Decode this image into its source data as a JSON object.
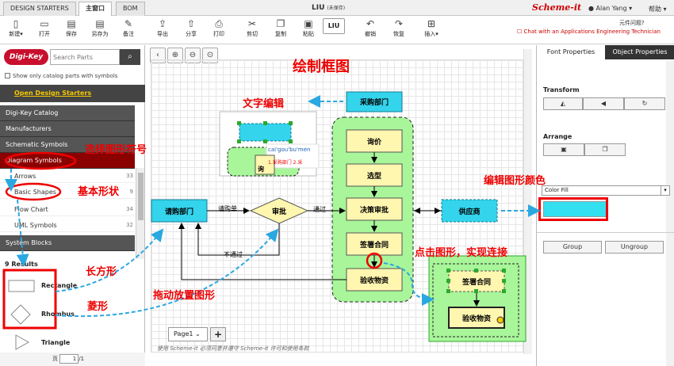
{
  "topbar": {
    "tabs": [
      "DESIGN STARTERS",
      "主窗口",
      "BOM"
    ],
    "doc_title": "LIU",
    "doc_status": "(未保存)",
    "brand": "Scheme-it",
    "user": "Alan Yang",
    "help": "帮助"
  },
  "toolbar": {
    "buttons": [
      "新建",
      "打开",
      "保存",
      "另存为",
      "备注",
      "导出",
      "分享",
      "打印",
      "剪切",
      "复制",
      "粘贴",
      "LIU",
      "撤销",
      "恢复",
      "插入"
    ],
    "issue_link": "元件问题?",
    "chat_link": "Chat with an Applications Engineering Technician"
  },
  "left": {
    "logo": "Digi-Key",
    "search_placeholder": "Search Parts",
    "catalog_checkbox": "Show only catalog parts with symbols",
    "design_starters": "Open Design Starters",
    "sections": [
      "Digi-Key Catalog",
      "Manufacturers",
      "Schematic Symbols",
      "Diagram Symbols"
    ],
    "sub_items": [
      {
        "label": "Arrows",
        "count": "33"
      },
      {
        "label": "Basic Shapes",
        "count": "9"
      },
      {
        "label": "Flow Chart",
        "count": "34"
      },
      {
        "label": "UML Symbols",
        "count": "32"
      }
    ],
    "system_blocks": "System Blocks",
    "results": "9 Results",
    "shapes": [
      "Rectangle",
      "Rhombus",
      "Triangle"
    ],
    "pager_label": "页",
    "pager_value": "1",
    "pager_total": "/1"
  },
  "canvas": {
    "page_tab": "Page1",
    "license": "使用 Scheme-it 必须同意并遵守 Scheme-it 许可和使用条款"
  },
  "diagram": {
    "purchasing_dept": "采购部门",
    "inquiry": "询价",
    "selection": "选型",
    "decision": "决策审批",
    "contract": "签署合同",
    "acceptance": "验收物资",
    "purchase_dept": "请购部门",
    "approve": "审批",
    "supplier": "供应商",
    "request": "请购单",
    "pass": "通过",
    "reject": "不通过",
    "thumb_ime": "cai'gou'bu'men",
    "thumb_cand": "1.采购部门  2.采",
    "thumb_fragment": "询",
    "zoom_contract": "签署合同",
    "zoom_accept": "验收物资"
  },
  "right": {
    "tab_font": "Font Properties",
    "tab_object": "Object Properties",
    "transform": "Transform",
    "arrange": "Arrange",
    "color_fill": "Color Fill",
    "group": "Group",
    "ungroup": "Ungroup"
  },
  "annotations": {
    "title": "绘制框图",
    "text_edit": "文字编辑",
    "select_symbol": "选择图形符号",
    "basic_shapes": "基本形状",
    "rectangle": "长方形",
    "rhombus": "菱形",
    "drag": "拖动放置图形",
    "connect": "点击图形，实现连接",
    "edit_color": "编辑图形颜色"
  },
  "colors": {
    "accent_red": "#e00000",
    "shape_cyan": "#33d4ec",
    "shape_yellow": "#fff6b0",
    "group_green": "#a8f59a",
    "section_dark": "#555555",
    "selected_section": "#8b0000"
  }
}
